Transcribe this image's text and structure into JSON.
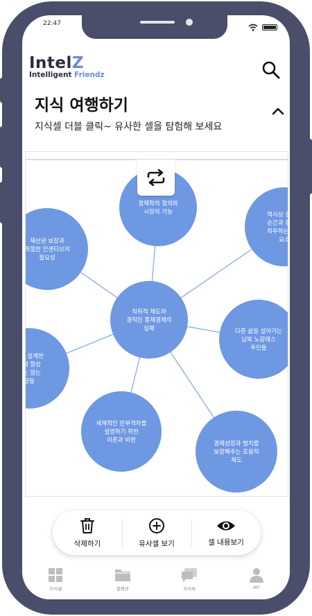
{
  "status": {
    "time": "22:47"
  },
  "brand": {
    "logo_main": "Intel",
    "logo_z": "Z",
    "logo_sub": "Intelligent",
    "logo_sub_accent": "Friendz"
  },
  "header": {
    "title": "지식 여행하기",
    "subtitle": "지식셀 더블 클릭~ 유사한 셀을 탐험해 보세요"
  },
  "colors": {
    "node": "#6e98e2",
    "edge": "#8aa9e0",
    "accent": "#6b8ad8",
    "frame": "#4a4e6a"
  },
  "map": {
    "center": {
      "lines": [
        "착취적 제도와",
        "경직된 통제경제의",
        "실패"
      ]
    },
    "nodes": [
      {
        "lines": [
          "경제학의 정의와",
          "시장의 기능"
        ]
      },
      {
        "lines": [
          "역사상 결정적",
          "순간과 종양을",
          "좌우하는 제도",
          "요소"
        ]
      },
      {
        "lines": [
          "재산권 보장과",
          "적절한 인센티브의",
          "필요성"
        ]
      },
      {
        "lines": [
          "다른 삶을 살아가는",
          "남북 노갈레스",
          "주민들"
        ]
      },
      {
        "lines": [
          "들이 설계한",
          "브에 항상",
          "지는 않는",
          "람들"
        ]
      },
      {
        "lines": [
          "세계적인 빈부격차를",
          "설명하기 위한",
          "이론과 비판"
        ]
      },
      {
        "lines": [
          "경제성장과 범치를",
          "보장해주는 포용적",
          "제도"
        ]
      }
    ]
  },
  "actions": [
    {
      "label": "삭제하기",
      "icon": "trash-icon"
    },
    {
      "label": "유사셀 보기",
      "icon": "plus-circle-icon"
    },
    {
      "label": "셀 내용보기",
      "icon": "eye-icon"
    }
  ],
  "tabs": [
    {
      "label": "지식셀",
      "icon": "grid-icon"
    },
    {
      "label": "컬렉션",
      "icon": "folder-icon"
    },
    {
      "label": "지식록",
      "icon": "chat-icon"
    },
    {
      "label": "MY",
      "icon": "person-icon"
    }
  ]
}
